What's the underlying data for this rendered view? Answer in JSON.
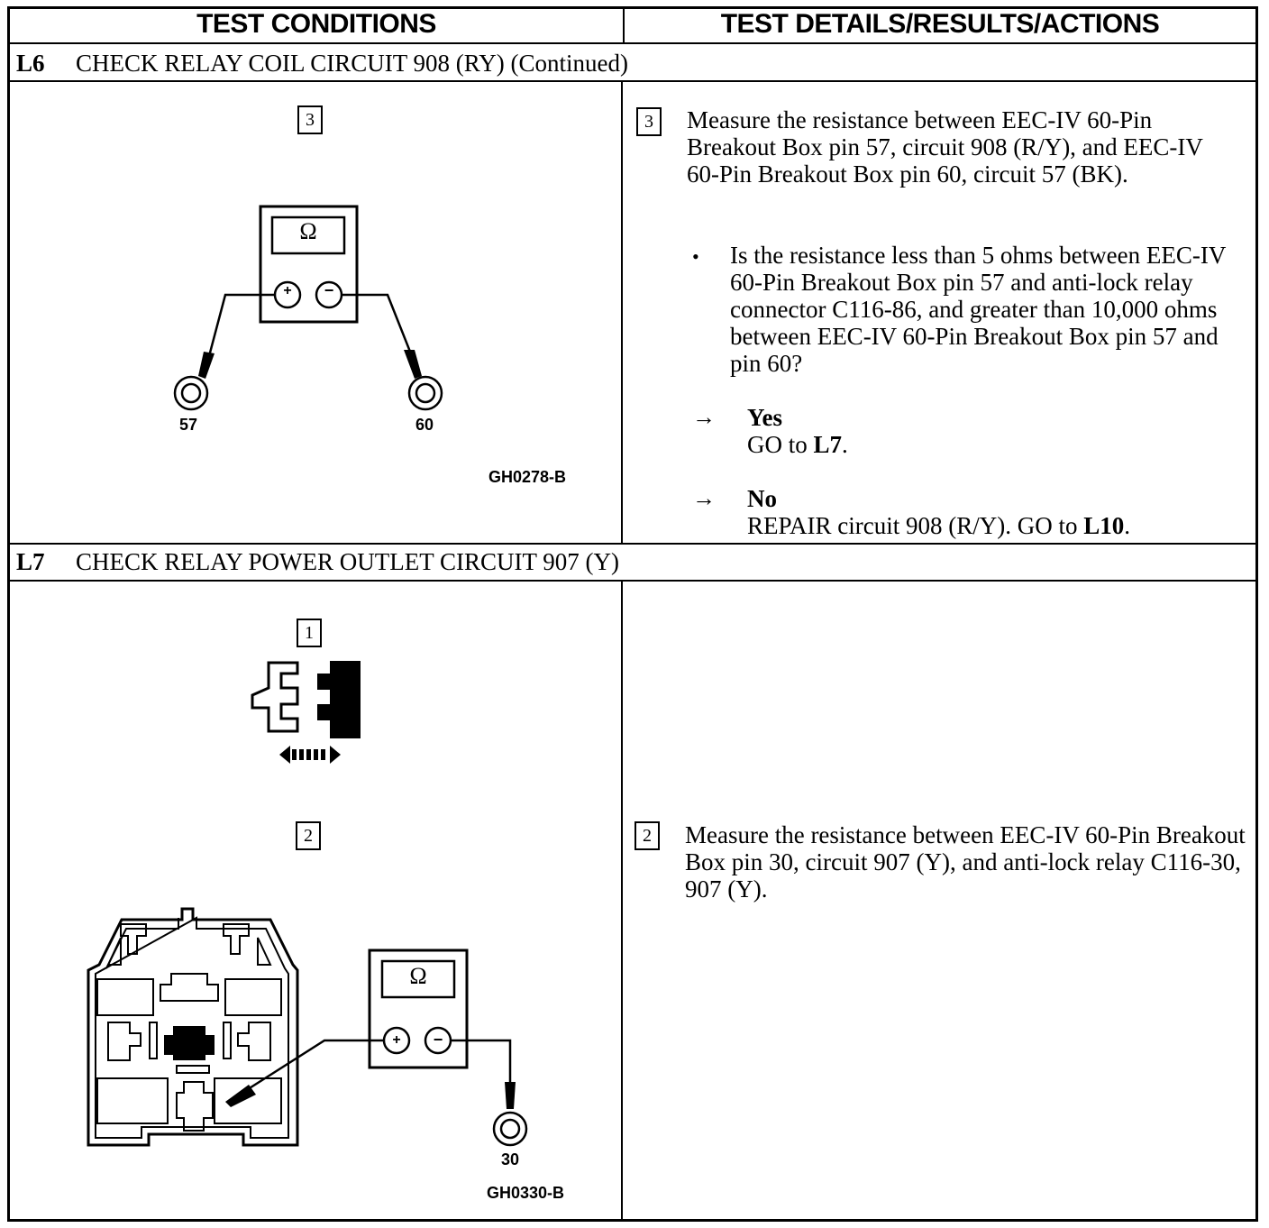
{
  "header": {
    "col1": "TEST CONDITIONS",
    "col2": "TEST DETAILS/RESULTS/ACTIONS"
  },
  "sections": [
    {
      "id": "L6",
      "title": "CHECK RELAY COIL CIRCUIT 908 (RY) (Continued)",
      "figure": {
        "step": "3",
        "meter_symbol": "Ω",
        "plus": "+",
        "minus": "−",
        "pin_left": "57",
        "pin_right": "60",
        "code": "GH0278-B"
      },
      "step_number": "3",
      "step_text": "Measure the resistance between EEC-IV 60-Pin Breakout Box pin 57, circuit 908 (R/Y), and EEC-IV 60-Pin Breakout Box pin 60, circuit 57 (BK).",
      "question": "Is the resistance less than 5 ohms between EEC-IV 60-Pin Breakout Box pin 57 and anti-lock relay connector C116-86, and greater than 10,000 ohms between EEC-IV 60-Pin Breakout Box pin 57 and pin 60?",
      "yes": {
        "label": "Yes",
        "action_prefix": "GO to ",
        "target": "L7",
        "suffix": "."
      },
      "no": {
        "label": "No",
        "action_prefix": "REPAIR circuit 908 (R/Y). GO to ",
        "target": "L10",
        "suffix": "."
      }
    },
    {
      "id": "L7",
      "title": "CHECK RELAY POWER OUTLET CIRCUIT 907 (Y)",
      "figure": {
        "step1": "1",
        "step2": "2",
        "meter_symbol": "Ω",
        "plus": "+",
        "minus": "−",
        "pin": "30",
        "code": "GH0330-B"
      },
      "step_number": "2",
      "step_text": "Measure the resistance between EEC-IV 60-Pin Breakout Box pin 30, circuit 907 (Y), and anti-lock relay C116-30, 907 (Y)."
    }
  ],
  "symbols": {
    "bullet": "•",
    "arrow": "→"
  }
}
